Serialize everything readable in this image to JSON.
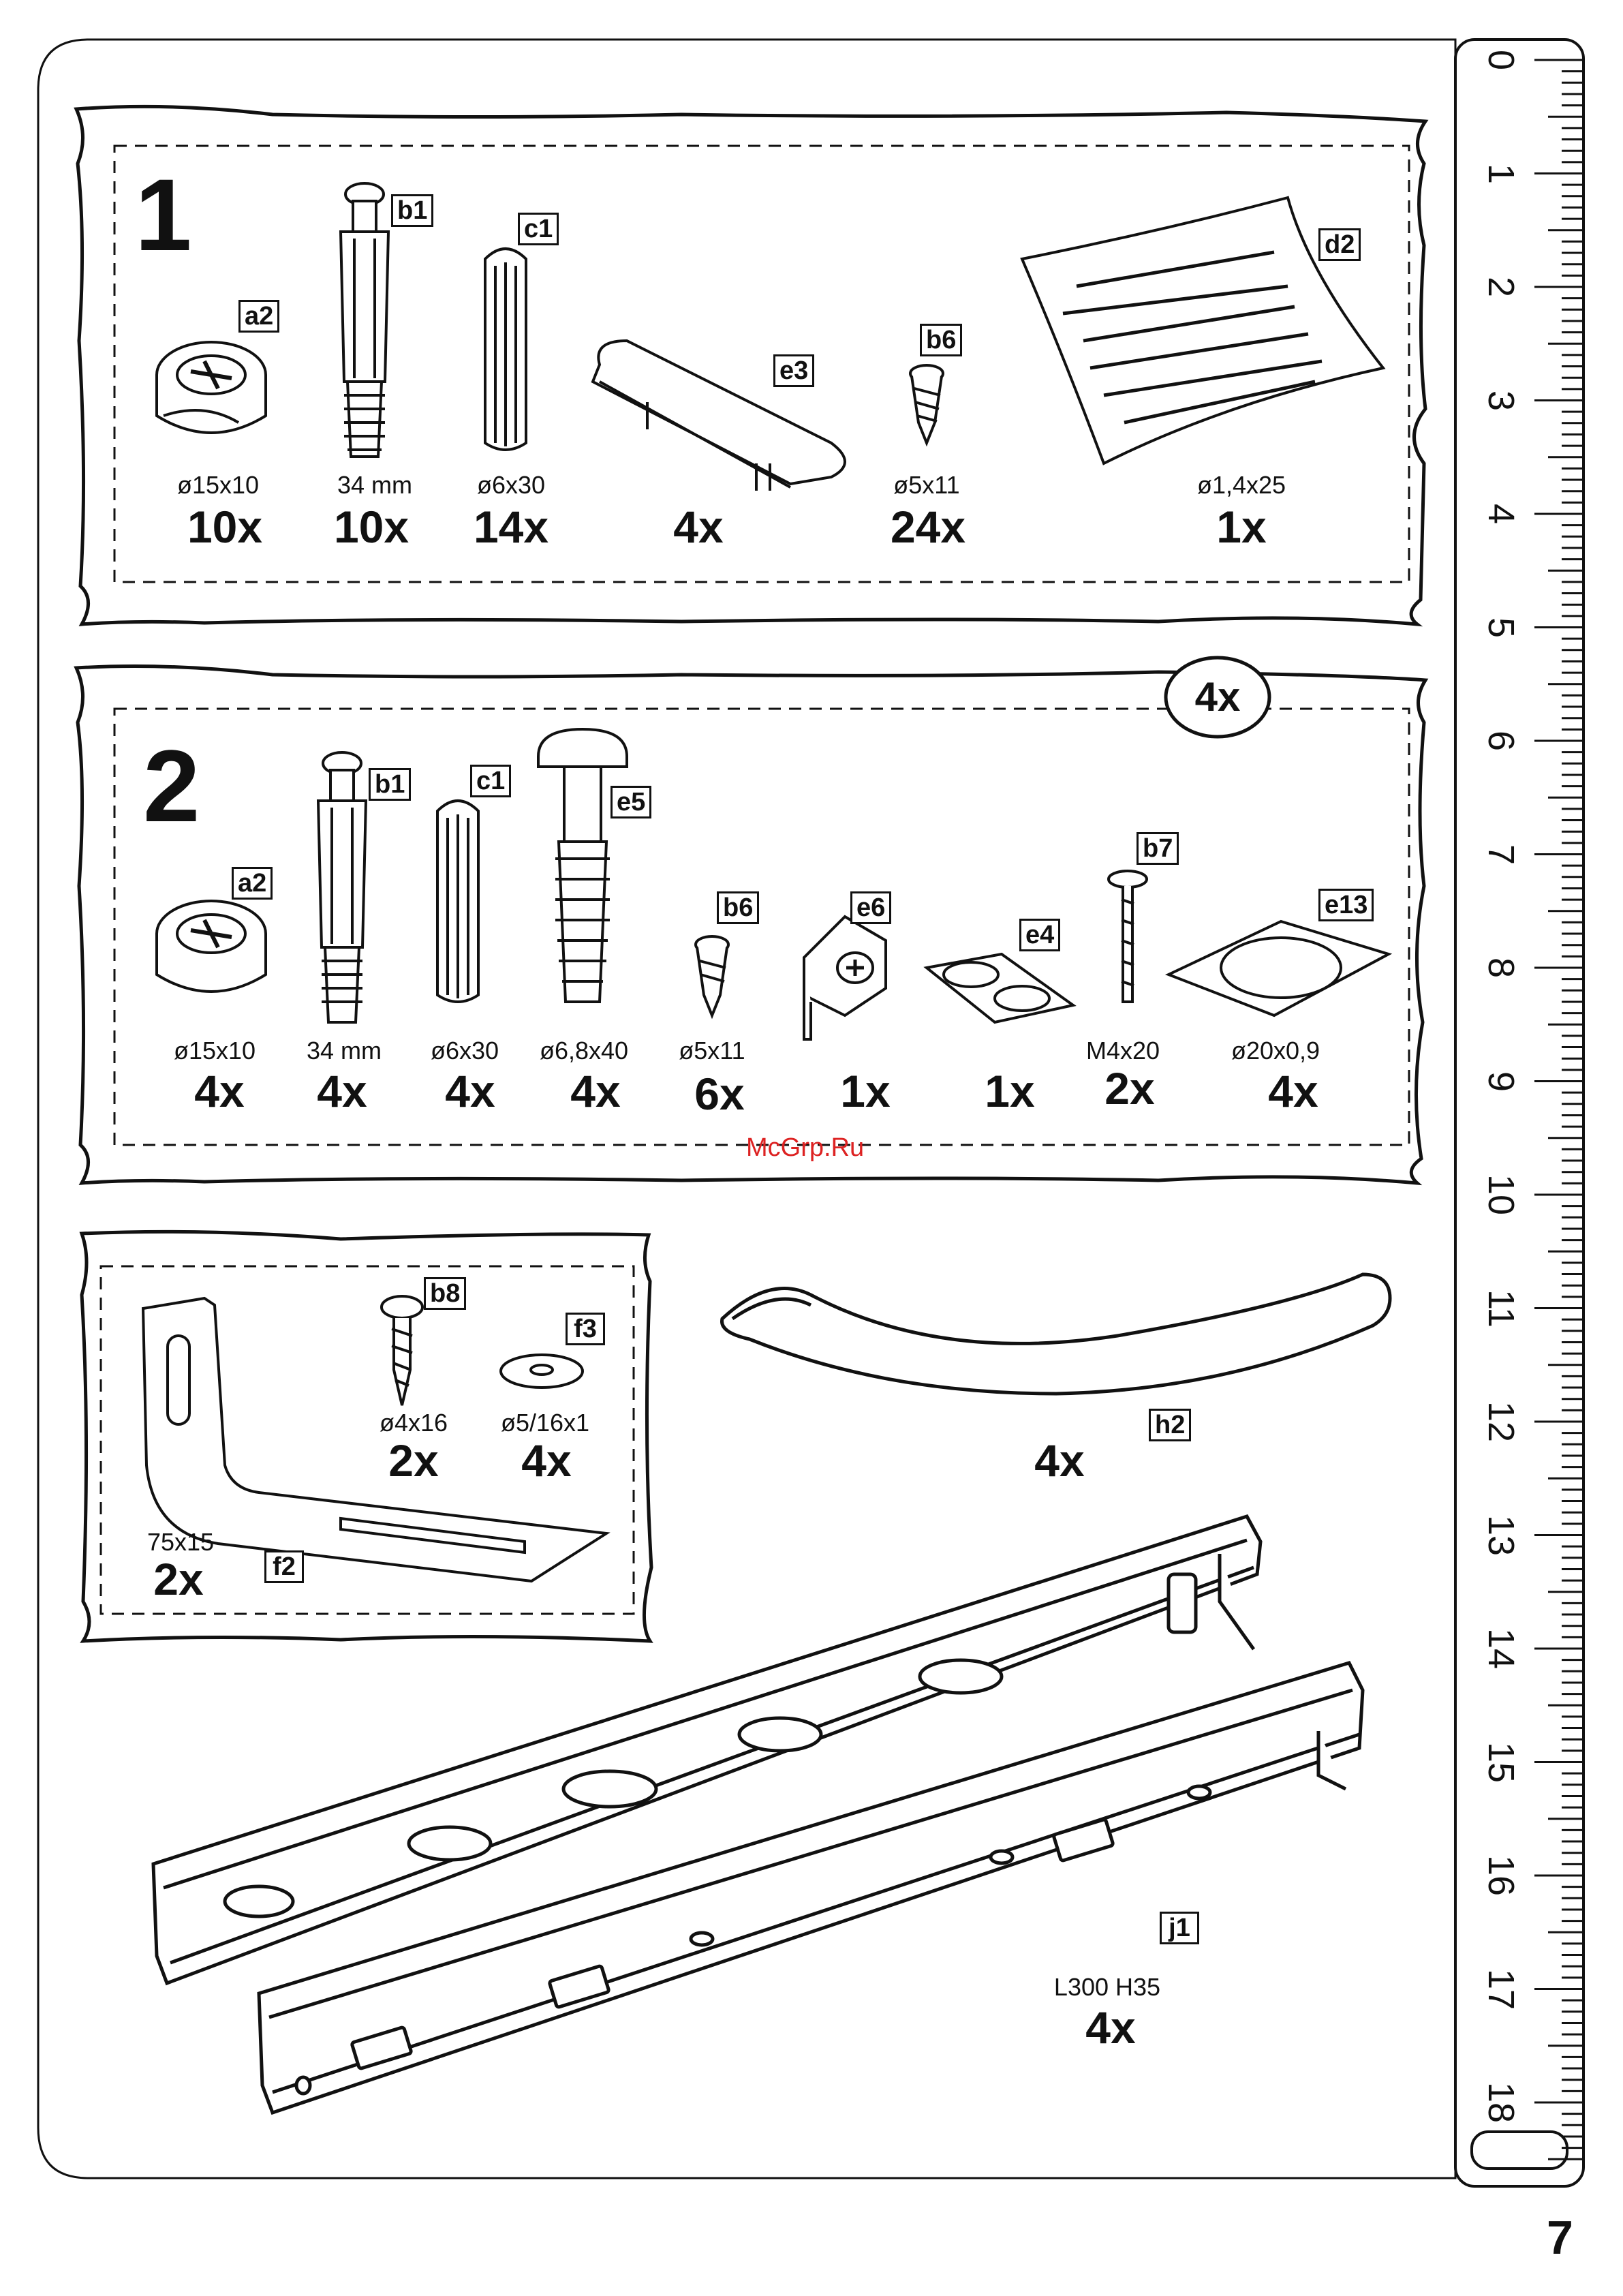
{
  "page": {
    "number": "7",
    "watermark": "McGrp.Ru"
  },
  "pack1": {
    "number": "1",
    "items": [
      {
        "code": "a2",
        "dim": "ø15x10",
        "qty": "10x"
      },
      {
        "code": "b1",
        "dim": "34 mm",
        "qty": "10x"
      },
      {
        "code": "c1",
        "dim": "ø6x30",
        "qty": "14x"
      },
      {
        "code": "e3",
        "dim": "",
        "qty": "4x"
      },
      {
        "code": "b6",
        "dim": "ø5x11",
        "qty": "24x"
      },
      {
        "code": "d2",
        "dim": "ø1,4x25",
        "qty": "1x"
      }
    ]
  },
  "pack2": {
    "number": "2",
    "multiplier": "4x",
    "items": [
      {
        "code": "a2",
        "dim": "ø15x10",
        "qty": "4x"
      },
      {
        "code": "b1",
        "dim": "34 mm",
        "qty": "4x"
      },
      {
        "code": "c1",
        "dim": "ø6x30",
        "qty": "4x"
      },
      {
        "code": "e5",
        "dim": "ø6,8x40",
        "qty": "4x"
      },
      {
        "code": "b6",
        "dim": "ø5x11",
        "qty": "6x"
      },
      {
        "code": "e6",
        "dim": "",
        "qty": "1x"
      },
      {
        "code": "e4",
        "dim": "",
        "qty": "1x"
      },
      {
        "code": "b7",
        "dim": "M4x20",
        "qty": "2x"
      },
      {
        "code": "e13",
        "dim": "ø20x0,9",
        "qty": "4x"
      }
    ]
  },
  "pack3": {
    "items": [
      {
        "code": "f2",
        "dim": "75x15",
        "qty": "2x"
      },
      {
        "code": "b8",
        "dim": "ø4x16",
        "qty": "2x"
      },
      {
        "code": "f3",
        "dim": "ø5/16x1",
        "qty": "4x"
      }
    ]
  },
  "handle": {
    "code": "h2",
    "qty": "4x"
  },
  "rail": {
    "code": "j1",
    "dim": "L300 H35",
    "qty": "4x"
  },
  "ruler": {
    "labels": [
      "0",
      "1",
      "2",
      "3",
      "4",
      "5",
      "6",
      "7",
      "8",
      "9",
      "10",
      "11",
      "12",
      "13",
      "14",
      "15",
      "16",
      "17",
      "18"
    ]
  }
}
